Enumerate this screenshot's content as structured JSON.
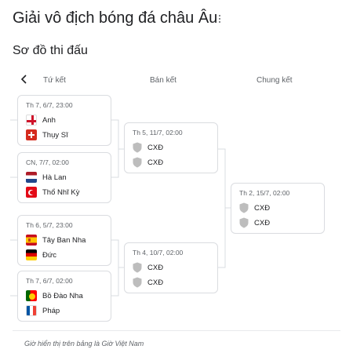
{
  "header": {
    "title": "Giải vô địch bóng đá châu Âu",
    "subtitle": "Sơ đồ thi đấu"
  },
  "stages": {
    "quarterfinal": "Tứ kết",
    "semifinal": "Bán kết",
    "final": "Chung kết"
  },
  "quarterfinals": [
    {
      "date": "Th 7, 6/7, 23:00",
      "team1": "Anh",
      "team2": "Thụy Sĩ"
    },
    {
      "date": "CN, 7/7, 02:00",
      "team1": "Hà Lan",
      "team2": "Thổ Nhĩ Kỳ"
    },
    {
      "date": "Th 6, 5/7, 23:00",
      "team1": "Tây Ban Nha",
      "team2": "Đức"
    },
    {
      "date": "Th 7, 6/7, 02:00",
      "team1": "Bồ Đào Nha",
      "team2": "Pháp"
    }
  ],
  "semifinals": [
    {
      "date": "Th 5, 11/7, 02:00",
      "team1": "CXĐ",
      "team2": "CXĐ"
    },
    {
      "date": "Th 4, 10/7, 02:00",
      "team1": "CXĐ",
      "team2": "CXĐ"
    }
  ],
  "final": {
    "date": "Th 2, 15/7, 02:00",
    "team1": "CXĐ",
    "team2": "CXĐ"
  },
  "footer": "Giờ hiển thị trên bảng là Giờ Việt Nam",
  "colors": {
    "border": "#dadce0",
    "text": "#202124",
    "secondary": "#5f6368",
    "shield": "#bdbdbd"
  }
}
